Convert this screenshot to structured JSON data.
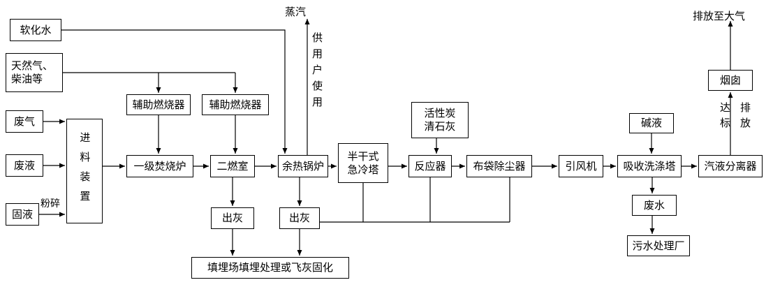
{
  "colors": {
    "line": "#000000",
    "box_border": "#000000",
    "background": "#ffffff",
    "text": "#000000"
  },
  "nodes": {
    "soft_water": {
      "label": "软化水"
    },
    "natural_gas": {
      "line1": "天然气、",
      "line2": "柴油等"
    },
    "waste_gas": {
      "label": "废气"
    },
    "waste_liquid": {
      "label": "废液"
    },
    "solid_liquid": {
      "label": "固液"
    },
    "feeding_device": {
      "label": "进料装置"
    },
    "aux_burner_left": {
      "label": "辅助燃烧器"
    },
    "aux_burner_right": {
      "label": "辅助燃烧器"
    },
    "primary_incinerator": {
      "label": "一级焚烧炉"
    },
    "secondary_combustion_chamber": {
      "label": "二燃室"
    },
    "waste_heat_boiler": {
      "label": "余热锅炉"
    },
    "quench_tower": {
      "line1": "半干式",
      "line2": "急冷塔"
    },
    "activated_carbon_lime": {
      "line1": "活性炭",
      "line2": "清石灰"
    },
    "reactor": {
      "label": "反应器"
    },
    "bag_filter": {
      "label": "布袋除尘器"
    },
    "induced_draft_fan": {
      "label": "引风机"
    },
    "absorption_scrubber": {
      "label": "吸收洗涤塔"
    },
    "alkali_liquor": {
      "label": "碱液"
    },
    "vapor_liquid_separator": {
      "label": "汽液分离器"
    },
    "chimney": {
      "label": "烟囱"
    },
    "waste_water": {
      "label": "废水"
    },
    "sewage_treatment_plant": {
      "label": "污水处理厂"
    },
    "ash_discharge_left": {
      "label": "出灰"
    },
    "ash_discharge_right": {
      "label": "出灰"
    },
    "landfill": {
      "label": "填埋场填埋处理或飞灰固化"
    }
  },
  "labels": {
    "steam": "蒸汽",
    "steam_for_users": "供用户使用",
    "crush": "粉碎",
    "discharge_to_atmosphere": "排放至大气",
    "standard_col1": "达标",
    "standard_col2": "排放"
  }
}
